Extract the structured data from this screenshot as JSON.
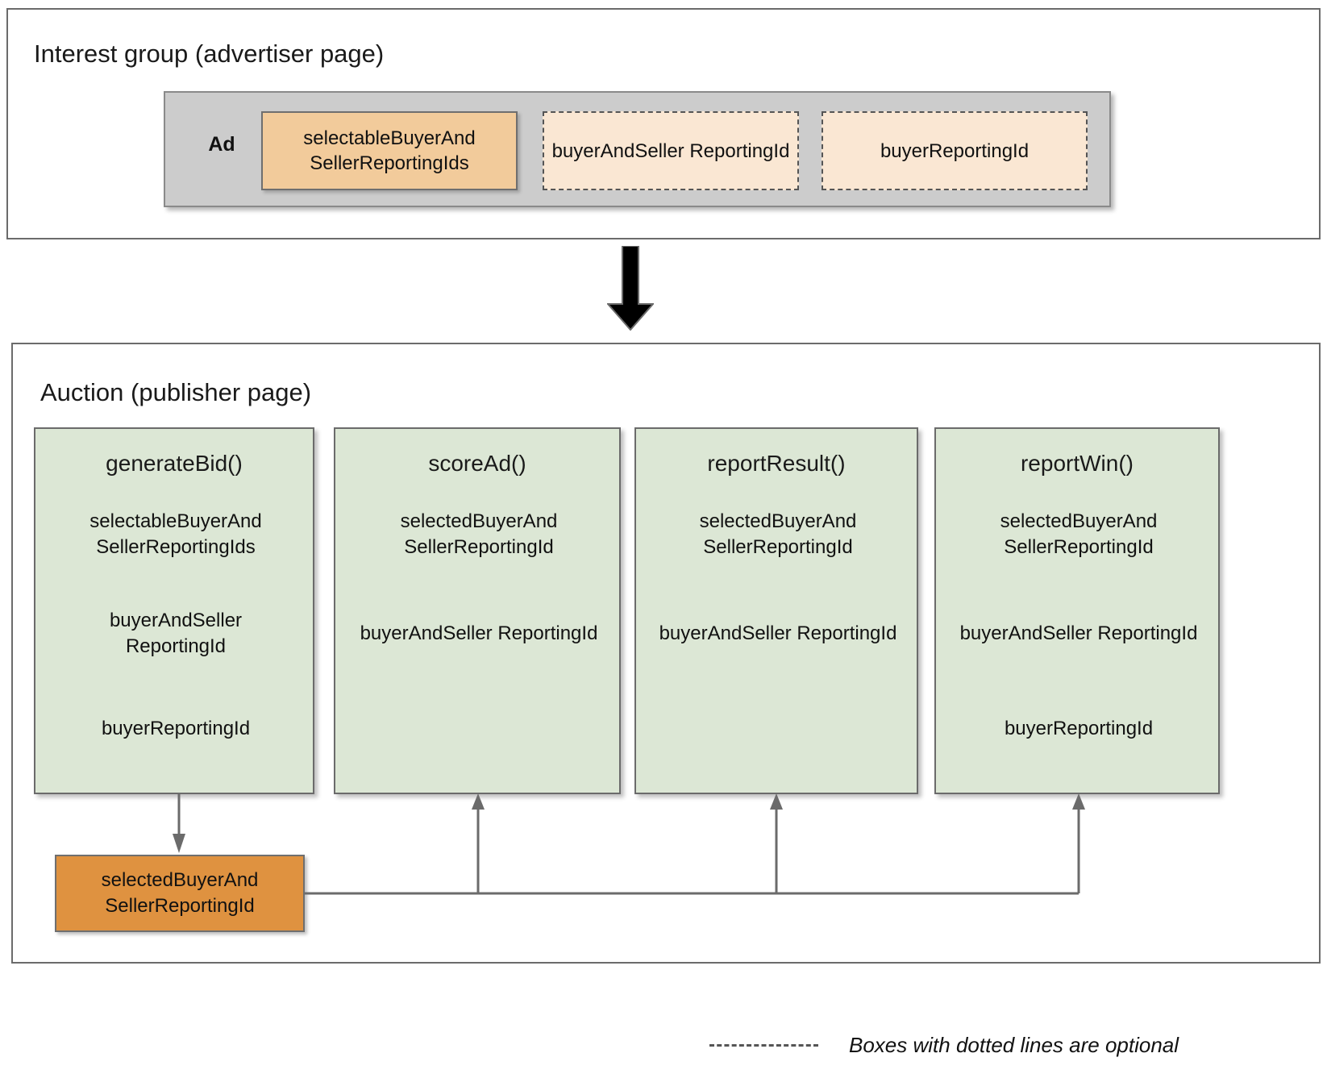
{
  "interest_group": {
    "title": "Interest group (advertiser page)",
    "ad_label": "Ad",
    "chips": [
      {
        "label": "selectableBuyerAnd SellerReportingIds",
        "style": "solid-light"
      },
      {
        "label": "buyerAndSeller ReportingId",
        "style": "dotted"
      },
      {
        "label": "buyerReportingId",
        "style": "dotted"
      }
    ]
  },
  "flow": {
    "arrow_icon": "down-arrow-icon"
  },
  "auction": {
    "title": "Auction (publisher page)",
    "columns": [
      {
        "name": "generateBid()",
        "chips": [
          {
            "label": "selectableBuyerAnd SellerReportingIds",
            "style": "solid-light"
          },
          {
            "label": "buyerAndSeller ReportingId",
            "style": "dotted"
          },
          {
            "label": "buyerReportingId",
            "style": "dotted"
          }
        ]
      },
      {
        "name": "scoreAd()",
        "chips": [
          {
            "label": "selectedBuyerAnd SellerReportingId",
            "style": "solid-dark"
          },
          {
            "label": "buyerAndSeller ReportingId",
            "style": "dotted"
          }
        ]
      },
      {
        "name": "reportResult()",
        "chips": [
          {
            "label": "selectedBuyerAnd SellerReportingId",
            "style": "solid-dark"
          },
          {
            "label": "buyerAndSeller ReportingId",
            "style": "dotted"
          }
        ]
      },
      {
        "name": "reportWin()",
        "chips": [
          {
            "label": "selectedBuyerAnd SellerReportingId",
            "style": "solid-dark"
          },
          {
            "label": "buyerAndSeller ReportingId",
            "style": "dotted"
          },
          {
            "label": "buyerReportingId",
            "style": "dotted"
          }
        ]
      }
    ],
    "output_box": {
      "label": "selectedBuyerAnd SellerReportingId"
    }
  },
  "legend": {
    "dash_icon": "dashed-line-icon",
    "text": "Boxes with dotted lines are optional"
  },
  "colors": {
    "panel_border": "#6b6b6b",
    "ad_box_fill": "#cccccc",
    "function_fill": "#dce7d5",
    "chip_solid_light": "#f2cb9b",
    "chip_solid_dark": "#df9240",
    "chip_dotted_fill": "#fae7d3",
    "connector": "#6b6b6b",
    "arrow_black": "#000000"
  }
}
